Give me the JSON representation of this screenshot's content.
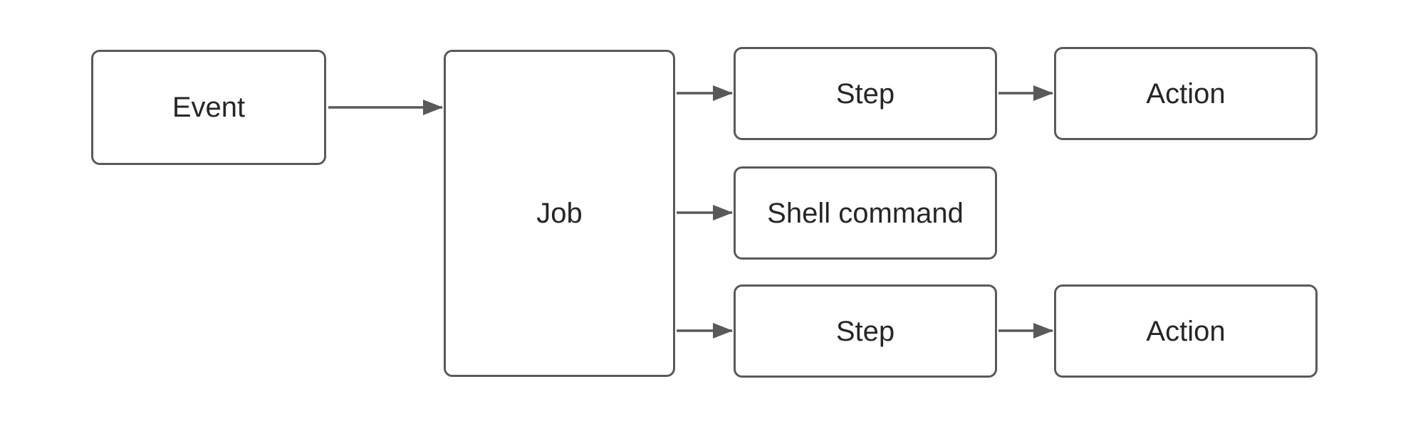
{
  "diagram": {
    "colors": {
      "background": "#ffffff",
      "stroke": "#595959",
      "text": "#262626"
    },
    "nodes": [
      {
        "id": "event",
        "label": "Event"
      },
      {
        "id": "job",
        "label": "Job"
      },
      {
        "id": "step_top",
        "label": "Step"
      },
      {
        "id": "action_top",
        "label": "Action"
      },
      {
        "id": "shell_command",
        "label": "Shell command"
      },
      {
        "id": "step_bottom",
        "label": "Step"
      },
      {
        "id": "action_bottom",
        "label": "Action"
      }
    ],
    "edges": [
      {
        "from": "event",
        "to": "job"
      },
      {
        "from": "job",
        "to": "step_top"
      },
      {
        "from": "job",
        "to": "shell_command"
      },
      {
        "from": "job",
        "to": "step_bottom"
      },
      {
        "from": "step_top",
        "to": "action_top"
      },
      {
        "from": "step_bottom",
        "to": "action_bottom"
      }
    ]
  }
}
